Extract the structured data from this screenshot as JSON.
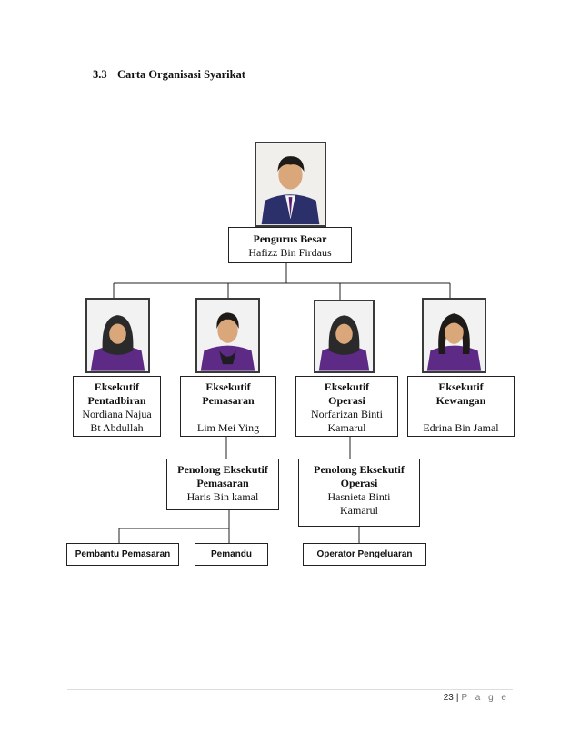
{
  "section": {
    "number": "3.3",
    "title": "Carta Organisasi Syarikat"
  },
  "ceo": {
    "role": "Pengurus Besar",
    "name": "Hafizz Bin Firdaus"
  },
  "executives": [
    {
      "role_line1": "Eksekutif",
      "role_line2": "Pentadbiran",
      "name_line1": "Nordiana Najua",
      "name_line2": "Bt Abdullah"
    },
    {
      "role_line1": "Eksekutif",
      "role_line2": "Pemasaran",
      "name_line1": "",
      "name_line2": "Lim Mei Ying"
    },
    {
      "role_line1": "Eksekutif",
      "role_line2": "Operasi",
      "name_line1": "Norfarizan Binti",
      "name_line2": "Kamarul"
    },
    {
      "role_line1": "Eksekutif",
      "role_line2": "Kewangan",
      "name_line1": "",
      "name_line2": "Edrina Bin Jamal"
    }
  ],
  "assistants": [
    {
      "role_line1": "Penolong Eksekutif",
      "role_line2": "Pemasaran",
      "name_line1": "Haris Bin kamal",
      "name_line2": ""
    },
    {
      "role_line1": "Penolong Eksekutif",
      "role_line2": "Operasi",
      "name_line1": "Hasnieta Binti",
      "name_line2": "Kamarul"
    }
  ],
  "staff": [
    "Pembantu Pemasaran",
    "Pemandu",
    "Operator Pengeluaran"
  ],
  "footer": {
    "page_number": "23",
    "separator": "|",
    "page_label": "P a g e"
  },
  "colors": {
    "suit": "#2b2f6a",
    "blouse": "#5d2a86",
    "hijab": "#2a2a2a",
    "skin": "#d9a77a"
  }
}
